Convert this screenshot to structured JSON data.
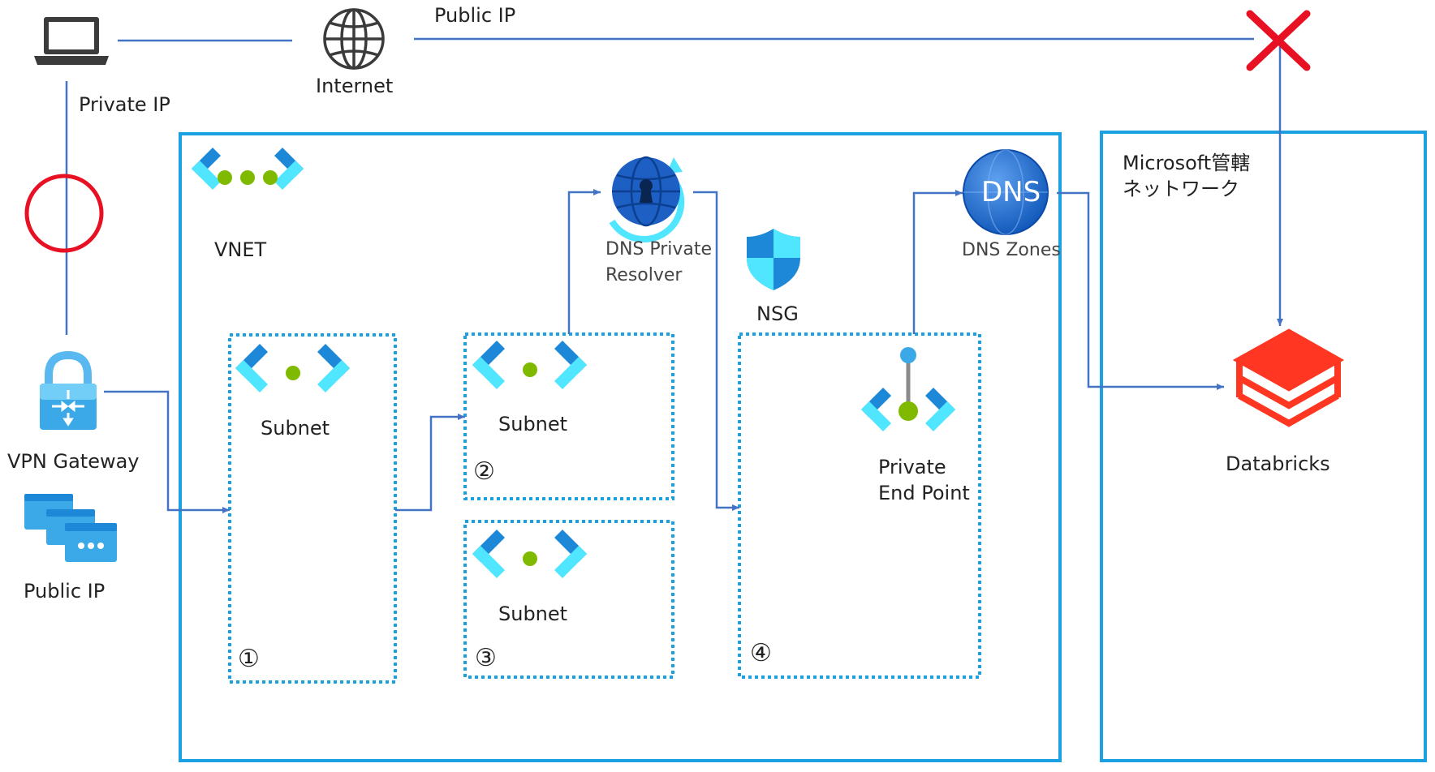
{
  "labels": {
    "private_ip": "Private IP",
    "internet": "Internet",
    "public_ip_top": "Public IP",
    "vpn_gateway": "VPN Gateway",
    "public_ip_left": "Public IP",
    "vnet": "VNET",
    "subnet_1": "Subnet",
    "subnet_2": "Subnet",
    "subnet_3": "Subnet",
    "num_1": "①",
    "num_2": "②",
    "num_3": "③",
    "num_4": "④",
    "dns_private_resolver": "DNS Private\nResolver",
    "nsg": "NSG",
    "dns_icon_text": "DNS",
    "dns_zones": "DNS Zones",
    "private_end_point": "Private\nEnd Point",
    "microsoft_network": "Microsoft管轄\nネットワーク",
    "databricks": "Databricks"
  },
  "icons": {
    "laptop": "laptop-icon",
    "globe": "globe-icon",
    "blocked": "red-x-icon",
    "allowed": "red-circle-icon",
    "vpn_gateway": "vpn-gateway-icon",
    "public_ip": "public-ip-icon",
    "vnet": "vnet-icon",
    "subnet": "subnet-icon",
    "dns_private_resolver": "dns-private-resolver-icon",
    "nsg": "nsg-shield-icon",
    "dns_zones": "dns-zones-icon",
    "private_end_point": "private-endpoint-icon",
    "databricks": "databricks-icon"
  },
  "colors": {
    "container_border": "#1ba1e2",
    "subnet_border": "#1ba1e2",
    "connector": "#4472c4",
    "blocked": "#e81123",
    "allowed": "#e81123",
    "icon_blue_dark": "#1e88d8",
    "icon_blue_light": "#50e6ff",
    "icon_green": "#7fba00",
    "databricks_red": "#ff3621"
  }
}
